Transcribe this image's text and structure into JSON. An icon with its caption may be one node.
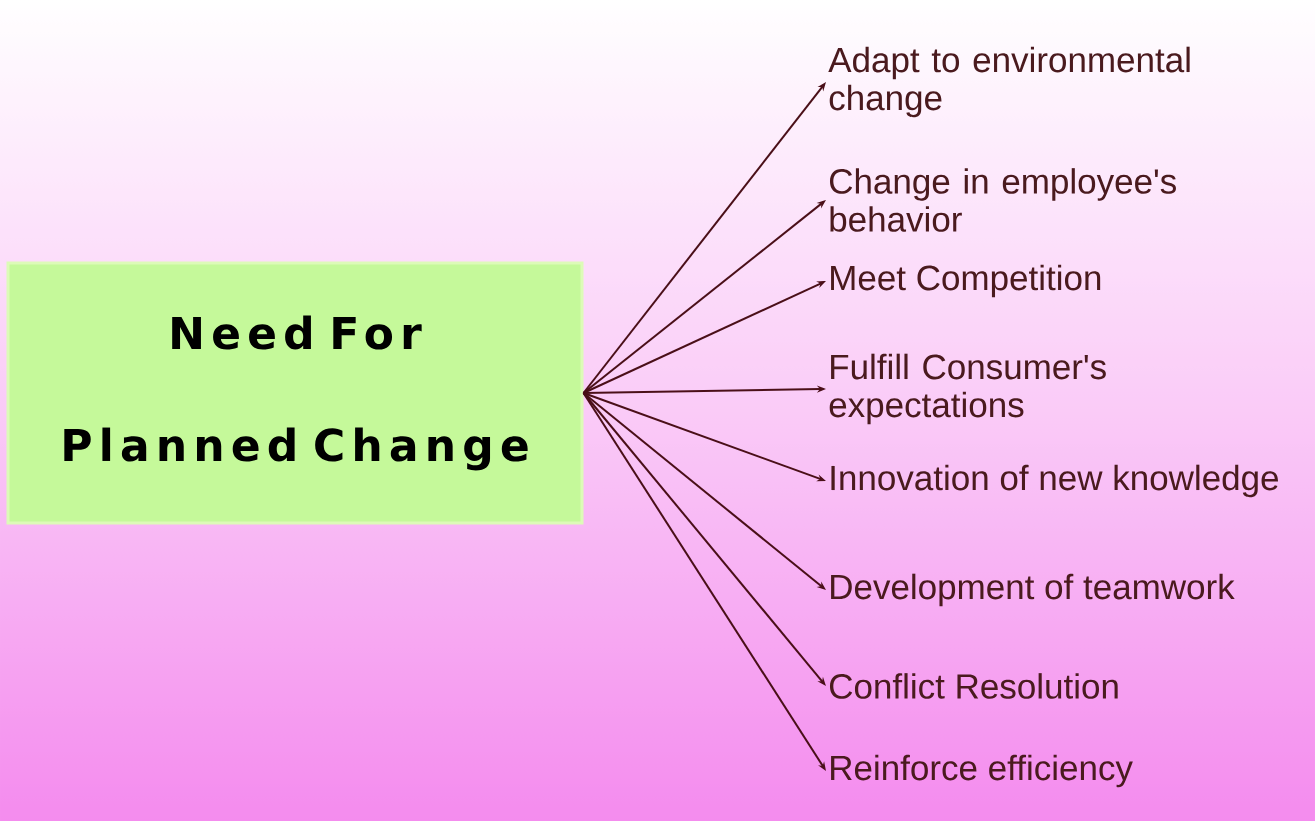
{
  "diagram": {
    "nodes": [
      {
        "text": [
          "Need For Planned Change"
        ]
      },
      {
        "text": [
          "Adapt to environmental change"
        ]
      },
      {
        "text": [
          "Change in employee's behavior"
        ]
      },
      {
        "text": [
          "Meet Competition"
        ]
      },
      {
        "text": [
          "Fulfill Consumer's expectations"
        ]
      },
      {
        "text": [
          "Innovation of new knowledge"
        ]
      },
      {
        "text": [
          "Development of teamwork"
        ]
      },
      {
        "text": [
          "Conflict Resolution"
        ]
      },
      {
        "text": [
          "Reinforce efficiency"
        ]
      }
    ],
    "edges": [
      {
        "from": 0,
        "to": 1,
        "arrow": "to"
      },
      {
        "from": 0,
        "to": 2,
        "arrow": "to"
      },
      {
        "from": 0,
        "to": 3,
        "arrow": "to"
      },
      {
        "from": 0,
        "to": 4,
        "arrow": "to"
      },
      {
        "from": 0,
        "to": 5,
        "arrow": "to"
      },
      {
        "from": 0,
        "to": 6,
        "arrow": "to"
      },
      {
        "from": 0,
        "to": 7,
        "arrow": "to"
      },
      {
        "from": 0,
        "to": 8,
        "arrow": "to"
      }
    ]
  }
}
